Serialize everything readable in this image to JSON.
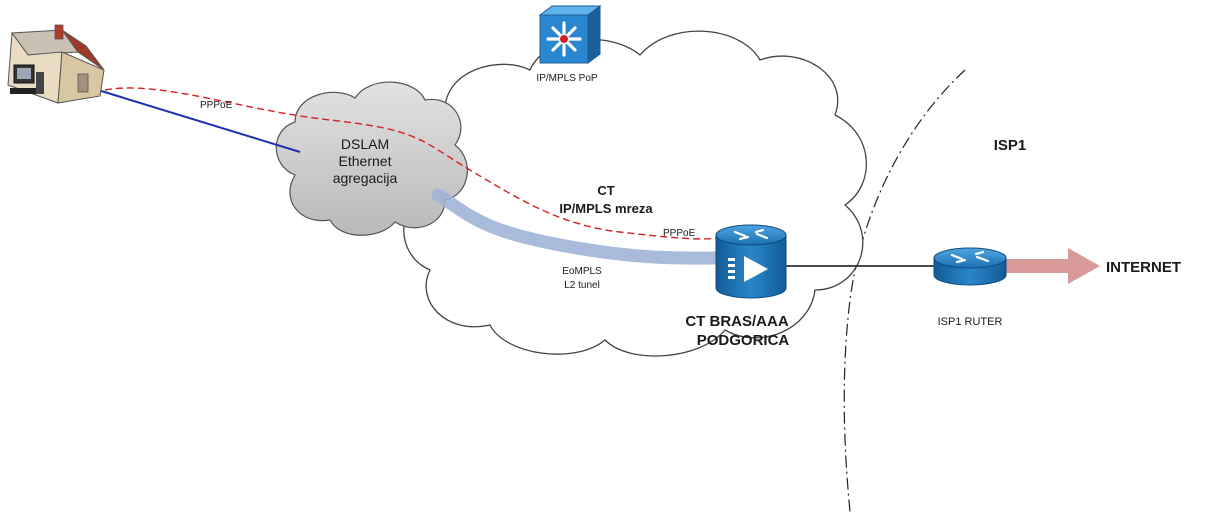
{
  "labels": {
    "pppoe_top": "PPPoE",
    "dslam_line1": "DSLAM",
    "dslam_line2": "Ethernet",
    "dslam_line3": "agregacija",
    "pop": "IP/MPLS PoP",
    "ct_line1": "CT",
    "ct_line2": "IP/MPLS mreza",
    "pppoe_bras": "PPPoE",
    "eompls_line1": "EoMPLS",
    "eompls_line2": "L2 tunel",
    "bras_line1": "CT  BRAS/AAA",
    "bras_line2": "PODGORICA",
    "isp1": "ISP1",
    "isp1_router": "ISP1 RUTER",
    "internet": "INTERNET"
  },
  "colors": {
    "access_link": "#1f2fb0",
    "pppoe_session": "#d42020",
    "eompls_tunnel": "#9fb4d6",
    "internet_arrow": "#d99a9a",
    "device_blue": "#1c72b8",
    "cloud_fill": "#ffffff",
    "dslam_cloud_fill": "#cfcfcf"
  },
  "icons": {
    "house": "house-with-computer-icon",
    "pop": "layer3-switch-icon",
    "bras": "bras-router-icon",
    "isp_router": "router-icon"
  }
}
